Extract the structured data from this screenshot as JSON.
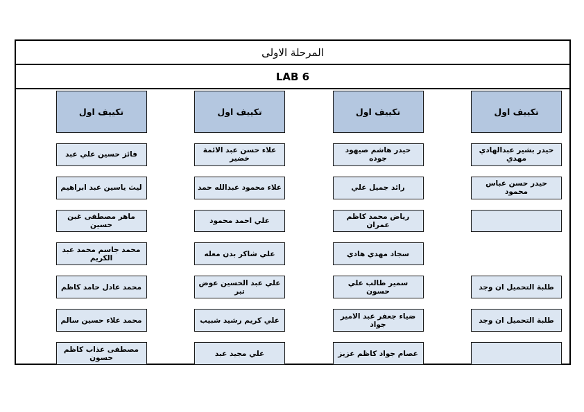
{
  "page": {
    "background_color": "#ffffff",
    "header_fill": "#b4c7e0",
    "cell_fill": "#dce6f2",
    "border_color": "#1a1a1a"
  },
  "titles": {
    "stage": "المرحلة الاولى",
    "lab": "LAB 6"
  },
  "columns": [
    {
      "header": "تكييف اول",
      "cells": [
        {
          "text": "فائز حسين علي عبد",
          "state": "filled"
        },
        {
          "text": "ليث ياسين عبد ابراهيم",
          "state": "filled"
        },
        {
          "text": "ماهر مصطفى غبن حسين",
          "state": "filled"
        },
        {
          "text": "محمد جاسم محمد عبد الكريم",
          "state": "filled"
        },
        {
          "text": "محمد عادل حامد كاظم",
          "state": "filled"
        },
        {
          "text": "محمد علاء حسين سالم",
          "state": "filled"
        },
        {
          "text": "مصطفى عذاب كاظم حسون",
          "state": "filled"
        }
      ]
    },
    {
      "header": "تكييف اول",
      "cells": [
        {
          "text": "علاء حسن عبد الائمة خضير",
          "state": "filled"
        },
        {
          "text": "علاء محمود عبدالله حمد",
          "state": "filled"
        },
        {
          "text": "علي احمد محمود",
          "state": "filled"
        },
        {
          "text": "علي شاكر بدن معله",
          "state": "filled"
        },
        {
          "text": "علي عبد الحسين عوض تبر",
          "state": "filled"
        },
        {
          "text": "علي كريم رشيد شبيب",
          "state": "filled"
        },
        {
          "text": "علي مجيد عبد",
          "state": "filled"
        }
      ]
    },
    {
      "header": "تكييف اول",
      "cells": [
        {
          "text": "حيدر هاشم صيهود جوده",
          "state": "filled"
        },
        {
          "text": "رائد جميل علي",
          "state": "filled"
        },
        {
          "text": "رياض محمد كاظم عمران",
          "state": "filled"
        },
        {
          "text": "سجاد مهدي هادي",
          "state": "filled"
        },
        {
          "text": "سمير طالب علي حسون",
          "state": "filled"
        },
        {
          "text": "ضياء جعفر عبد الامير جواد",
          "state": "filled"
        },
        {
          "text": "عصام جواد كاظم عزيز",
          "state": "filled"
        }
      ]
    },
    {
      "header": "تكييف اول",
      "cells": [
        {
          "text": "حيدر بشير عبدالهادي مهدي",
          "state": "filled"
        },
        {
          "text": "حيدر حسن عباس محمود",
          "state": "filled"
        },
        {
          "text": "",
          "state": "empty"
        },
        {
          "text": "",
          "state": "blank-gap"
        },
        {
          "text": "طلبة التحميل ان وجد",
          "state": "filled"
        },
        {
          "text": "طلبة التحميل ان وجد",
          "state": "filled"
        },
        {
          "text": "",
          "state": "empty"
        }
      ]
    }
  ]
}
